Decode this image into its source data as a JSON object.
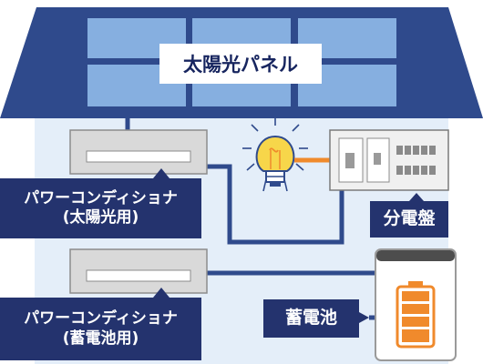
{
  "solar_panel": {
    "label": "太陽光パネル"
  },
  "pcs_solar": {
    "line1": "パワーコンディショナ",
    "line2": "(太陽光用)"
  },
  "pcs_battery": {
    "line1": "パワーコンディショナ",
    "line2": "(蓄電池用)"
  },
  "distribution_board": {
    "label": "分電盤"
  },
  "battery": {
    "label": "蓄電池"
  },
  "icons": [
    "solar-panel-icon",
    "power-conditioner-icon",
    "light-bulb-icon",
    "distribution-board-icon",
    "battery-icon"
  ],
  "colors": {
    "roof": "#2f4a8c",
    "label_bg": "#24336e",
    "panel_cell": "#86afe0",
    "house_wall": "#e4eef9",
    "wire": "#2f4a8c",
    "bulb": "#f7d64a",
    "battery_fill": "#f08a2c"
  }
}
